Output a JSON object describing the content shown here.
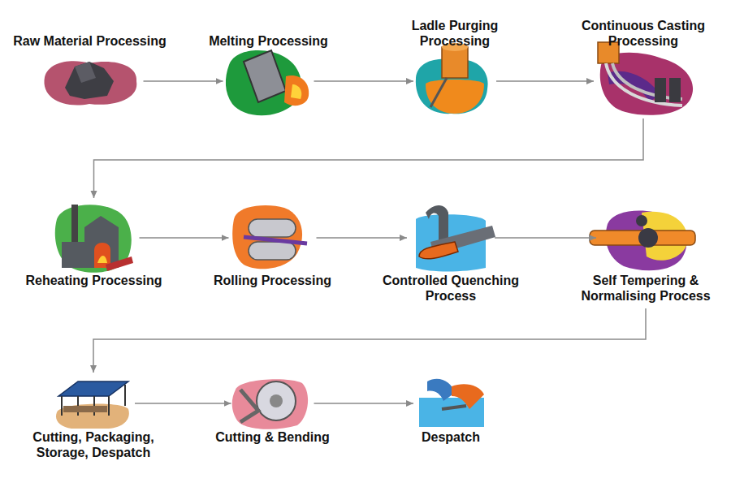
{
  "diagram": {
    "nodes": [
      {
        "text": [
          "Raw Material Processing"
        ]
      },
      {
        "text": [
          "Melting Processing"
        ]
      },
      {
        "text": [
          "Ladle Purging Processing"
        ]
      },
      {
        "text": [
          "Continuous Casting Processing"
        ]
      },
      {
        "text": [
          "Reheating Processing"
        ]
      },
      {
        "text": [
          "Rolling Processing"
        ]
      },
      {
        "text": [
          "Controlled Quenching Process"
        ]
      },
      {
        "text": [
          "Self Tempering & Normalising Process"
        ]
      },
      {
        "text": [
          "Cutting, Packaging, Storage, Despatch"
        ]
      },
      {
        "text": [
          "Cutting & Bending"
        ]
      },
      {
        "text": [
          "Despatch"
        ]
      }
    ],
    "edges": [
      {
        "from": 0,
        "to": 1,
        "arrow": "to"
      },
      {
        "from": 1,
        "to": 2,
        "arrow": "to"
      },
      {
        "from": 2,
        "to": 3,
        "arrow": "to"
      },
      {
        "from": 3,
        "to": 4,
        "arrow": "to"
      },
      {
        "from": 4,
        "to": 5,
        "arrow": "to"
      },
      {
        "from": 5,
        "to": 6,
        "arrow": "to"
      },
      {
        "from": 6,
        "to": 7,
        "arrow": "to"
      },
      {
        "from": 7,
        "to": 8,
        "arrow": "to"
      },
      {
        "from": 8,
        "to": 9,
        "arrow": "to"
      },
      {
        "from": 9,
        "to": 10,
        "arrow": "to"
      }
    ]
  }
}
